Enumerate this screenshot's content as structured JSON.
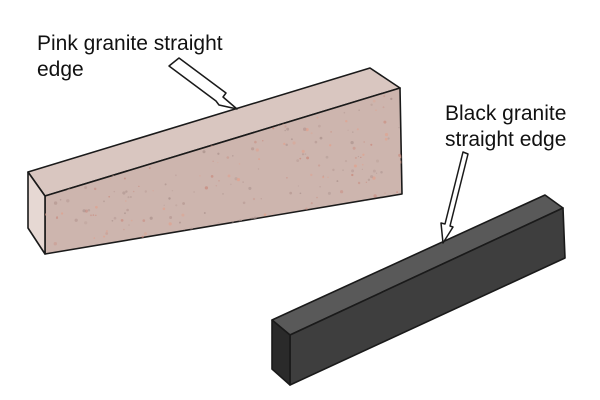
{
  "labels": {
    "pink": {
      "line1": "Pink granite straight",
      "line2": "edge"
    },
    "black": {
      "line1": "Black granite",
      "line2": "straight edge"
    }
  },
  "objects": {
    "pink_straight_edge": {
      "top_color": "#d9c6c0",
      "front_color": "#cdb5ae",
      "end_color": "#e6d8d3",
      "speckle_colors": [
        "#c98a7d",
        "#b79a94",
        "#e0a28f",
        "#a88f8a"
      ]
    },
    "black_straight_edge": {
      "top_color": "#595959",
      "front_color": "#3e3e3e",
      "end_color": "#2a2a2a"
    }
  },
  "colors": {
    "outline": "#1a1a1a",
    "arrow_fill": "#ffffff",
    "text": "#111111"
  }
}
